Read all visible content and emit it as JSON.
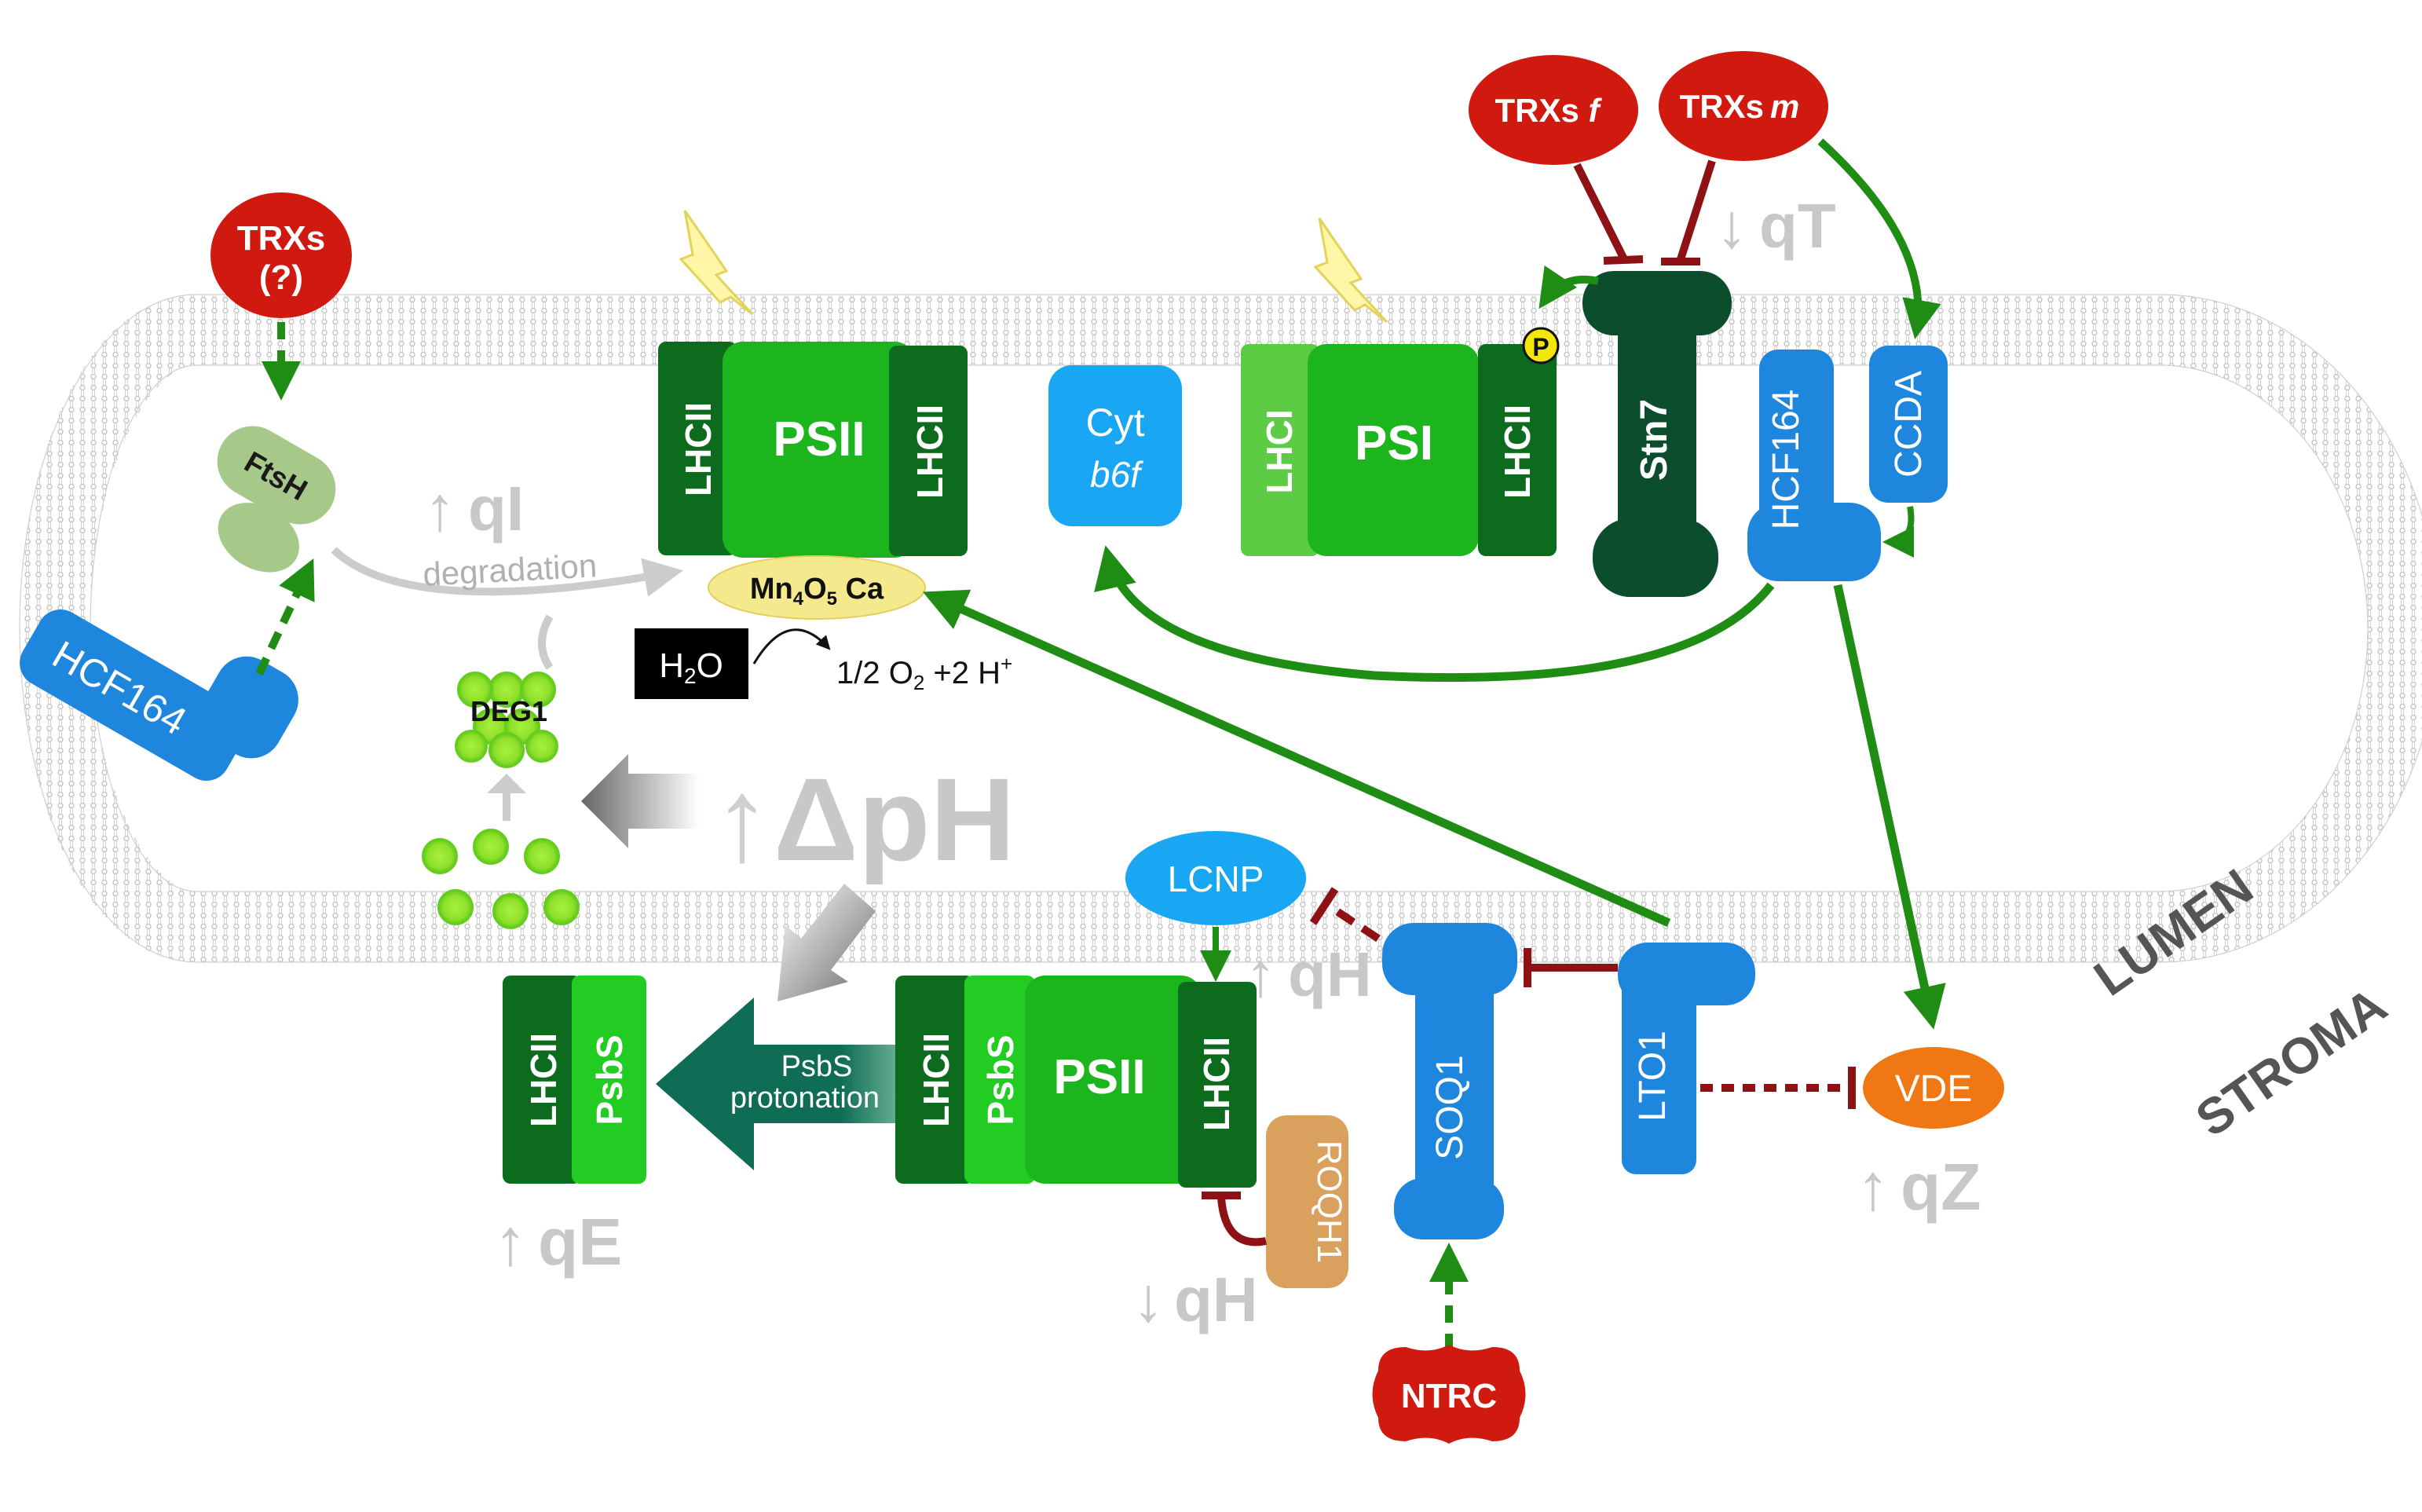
{
  "labels": {
    "trxs_q_line1": "TRXs",
    "trxs_q_line2": "(?)",
    "ftsh": "FtsH",
    "hcf164_left": "HCF164",
    "qi": "qI",
    "degradation": "degradation",
    "deg1": "DEG1",
    "lhcii_a": "LHCII",
    "psii_top": "PSII",
    "lhcii_b": "LHCII",
    "mn_cluster": "Mn",
    "mn_sub4": "4",
    "mn_o": "O",
    "mn_sub5": "5",
    "mn_ca": " Ca",
    "h2o_h": "H",
    "h2o_2": "2",
    "h2o_o": "O",
    "products_a": "1/2 O",
    "products_b": "2",
    "products_c": " +2 H",
    "products_d": "+",
    "cyt_line1": "Cyt",
    "cyt_line2": "b6f",
    "lhci": "LHCI",
    "psi": "PSI",
    "lhcii_c": "LHCII",
    "phospho": "P",
    "stn7": "Stn7",
    "trxs_f_a": "TRXs ",
    "trxs_f_b": "f",
    "trxs_m_a": "TRXs",
    "trxs_m_b": "m",
    "qt": "qT",
    "hcf164_right": "HCF164",
    "ccda": "CCDA",
    "delta_ph": "ΔpH",
    "lcnp": "LCNP",
    "qh_up": "qH",
    "soq1": "SOQ1",
    "lto1": "LTO1",
    "vde": "VDE",
    "qz": "qZ",
    "lumen": "LUMEN",
    "stroma": "STROMA",
    "lhcii_d": "LHCII",
    "psbs_a": "PsbS",
    "psbs_prot_1": "PsbS",
    "psbs_prot_2": "protonation",
    "lhcii_e": "LHCII",
    "psbs_b": "PsbS",
    "psii_bottom": "PSII",
    "lhcii_f": "LHCII",
    "roqh1": "ROQH1",
    "qh_down": "qH",
    "qe": "qE",
    "ntrc": "NTRC"
  },
  "colors": {
    "trx_red": "#d01a10",
    "blue": "#1f86dd",
    "light_blue": "#19a6f2",
    "green_psii": "#1db51d",
    "dark_green": "#0c6b1c",
    "lhci_green": "#5ecb44",
    "stn7_green": "#0b4d2c",
    "ftsh_green": "#a6c98a",
    "arrow_green": "#1f8d14",
    "inhibit_red": "#8e1116",
    "grey_text": "#c8c8c8",
    "vde_orange": "#f07814",
    "roqh1_tan": "#d9a05e",
    "psbs_arrow": "#0f6d55",
    "psbs_light": "#22cc22",
    "yellow": "#f5e98e"
  },
  "icons": [
    "lightning-bolt-icon",
    "lightning-bolt-icon"
  ]
}
